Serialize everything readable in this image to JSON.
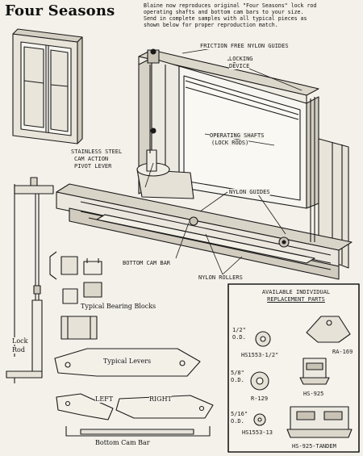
{
  "title": "Four Seasons",
  "intro_lines": [
    "Blaine now reproduces original \"Four Seasons\" lock rod",
    "operating shafts and bottom cam bars to your size.",
    "Send in complete samples with all typical pieces as",
    "shown below for proper reproduction match."
  ],
  "labels": {
    "friction_free": "FRICTION FREE NYLON GUIDES",
    "locking_device_1": "LOCKING",
    "locking_device_2": "DEVICE",
    "operating_shafts_1": "OPERATING SHAFTS",
    "operating_shafts_2": "(LOCK RODS)",
    "stainless_1": "STAINLESS STEEL",
    "stainless_2": "CAM ACTION",
    "stainless_3": "PIVOT LEVER",
    "nylon_guides": "NYLON GUIDES",
    "bottom_cam_bar": "BOTTOM CAM BAR",
    "nylon_rollers": "NYLON ROLLERS",
    "bearing_blocks": "Typical Bearing Blocks",
    "lock_rod_1": "Lock",
    "lock_rod_2": "Rod",
    "typical_levers": "Typical Levers",
    "left": "LEFT",
    "right": "RIGHT",
    "bottom_cam_bar_small": "Bottom Cam Bar"
  },
  "parts_panel": {
    "title_1": "AVAILABLE INDIVIDUAL",
    "title_2": "REPLACEMENT PARTS",
    "items": [
      {
        "size_1": "1/2\"",
        "size_2": "O.D.",
        "code": "HS1553-1/2\""
      },
      {
        "size_1": "5/8\"",
        "size_2": "O.D.",
        "code": "R-129"
      },
      {
        "size_1": "5/16\"",
        "size_2": "O.D.",
        "code": "HS1553-13"
      },
      {
        "code": "RA-169"
      },
      {
        "code": "HS-925"
      },
      {
        "code": "HS-925-TANDEM"
      }
    ]
  },
  "colors": {
    "paper": "#f4f1ea",
    "ink": "#1a1a1a"
  }
}
